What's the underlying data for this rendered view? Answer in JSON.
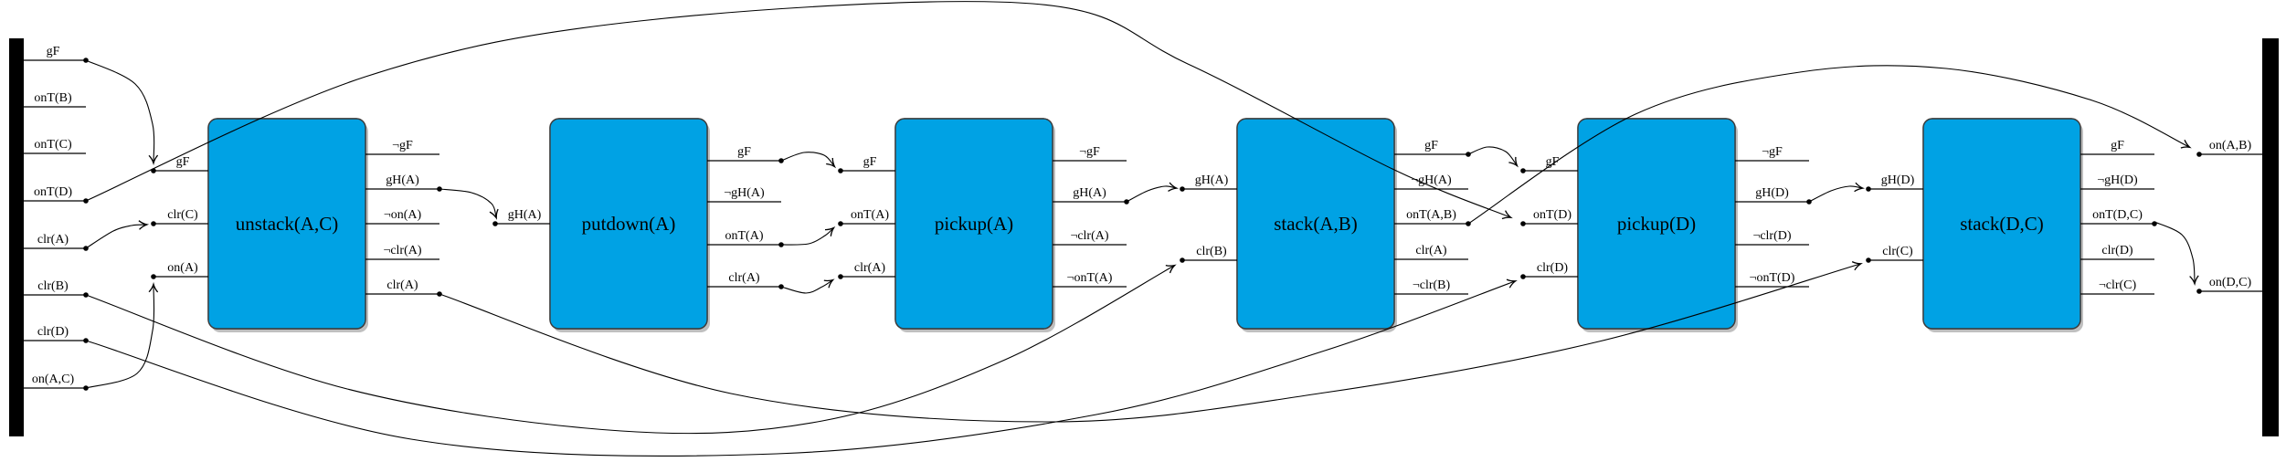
{
  "figure": {
    "kind": "plan-diagram",
    "description": "blocks-world plan: initial state wall, six action boxes with precondition and effect ports, causal link wires, goal wall"
  },
  "colors": {
    "background": "#ffffff",
    "action_fill": "#00a2e4",
    "action_border": "#3c3c3c",
    "wire": "#000000",
    "wall": "#000000",
    "text": "#000000"
  },
  "initial_state": {
    "id": "init",
    "facts": [
      "gF",
      "onT(B)",
      "onT(C)",
      "onT(D)",
      "clr(A)",
      "clr(B)",
      "clr(D)",
      "on(A,C)"
    ]
  },
  "goal_state": {
    "id": "goal",
    "facts": [
      "on(A,B)",
      "on(D,C)"
    ]
  },
  "actions": [
    {
      "id": "unstack",
      "name": "unstack(A,C)",
      "inputs": [
        "gF",
        "clr(C)",
        "on(A)"
      ],
      "outputs": [
        "¬gF",
        "gH(A)",
        "¬on(A)",
        "¬clr(A)",
        "clr(A)"
      ]
    },
    {
      "id": "putdown",
      "name": "putdown(A)",
      "inputs": [
        "gH(A)"
      ],
      "outputs": [
        "gF",
        "¬gH(A)",
        "onT(A)",
        "clr(A)"
      ]
    },
    {
      "id": "pickupA",
      "name": "pickup(A)",
      "inputs": [
        "gF",
        "onT(A)",
        "clr(A)"
      ],
      "outputs": [
        "¬gF",
        "gH(A)",
        "¬clr(A)",
        "¬onT(A)"
      ]
    },
    {
      "id": "stackAB",
      "name": "stack(A,B)",
      "inputs": [
        "gH(A)",
        "clr(B)"
      ],
      "outputs": [
        "gF",
        "¬gH(A)",
        "onT(A,B)",
        "clr(A)",
        "¬clr(B)"
      ]
    },
    {
      "id": "pickupD",
      "name": "pickup(D)",
      "inputs": [
        "gF",
        "onT(D)",
        "clr(D)"
      ],
      "outputs": [
        "¬gF",
        "gH(D)",
        "¬clr(D)",
        "¬onT(D)"
      ]
    },
    {
      "id": "stackDC",
      "name": "stack(D,C)",
      "inputs": [
        "gH(D)",
        "clr(C)"
      ],
      "outputs": [
        "gF",
        "¬gH(D)",
        "onT(D,C)",
        "clr(D)",
        "¬clr(C)"
      ]
    }
  ],
  "edges": [
    {
      "from": "init.gF",
      "to": "unstack.in.gF"
    },
    {
      "from": "init.onT(D)",
      "to": "pickupD.in.onT(D)"
    },
    {
      "from": "init.clr(A)",
      "to": "unstack.in.clr(C)"
    },
    {
      "from": "init.on(A,C)",
      "to": "unstack.in.on(A)"
    },
    {
      "from": "init.clr(B)",
      "to": "stackAB.in.clr(B)"
    },
    {
      "from": "init.clr(D)",
      "to": "pickupD.in.clr(D)"
    },
    {
      "from": "unstack.out.gH(A)",
      "to": "putdown.in.gH(A)"
    },
    {
      "from": "unstack.out.clr(A)",
      "to": "stackDC.in.clr(C)"
    },
    {
      "from": "putdown.out.gF",
      "to": "pickupA.in.gF"
    },
    {
      "from": "putdown.out.onT(A)",
      "to": "pickupA.in.onT(A)"
    },
    {
      "from": "putdown.out.clr(A)",
      "to": "pickupA.in.clr(A)"
    },
    {
      "from": "pickupA.out.gH(A)",
      "to": "stackAB.in.gH(A)"
    },
    {
      "from": "stackAB.out.gF",
      "to": "pickupD.in.gF"
    },
    {
      "from": "stackAB.out.onT(A,B)",
      "to": "goal.on(A,B)"
    },
    {
      "from": "pickupD.out.gH(D)",
      "to": "stackDC.in.gH(D)"
    },
    {
      "from": "stackDC.out.onT(D,C)",
      "to": "goal.on(D,C)"
    }
  ]
}
